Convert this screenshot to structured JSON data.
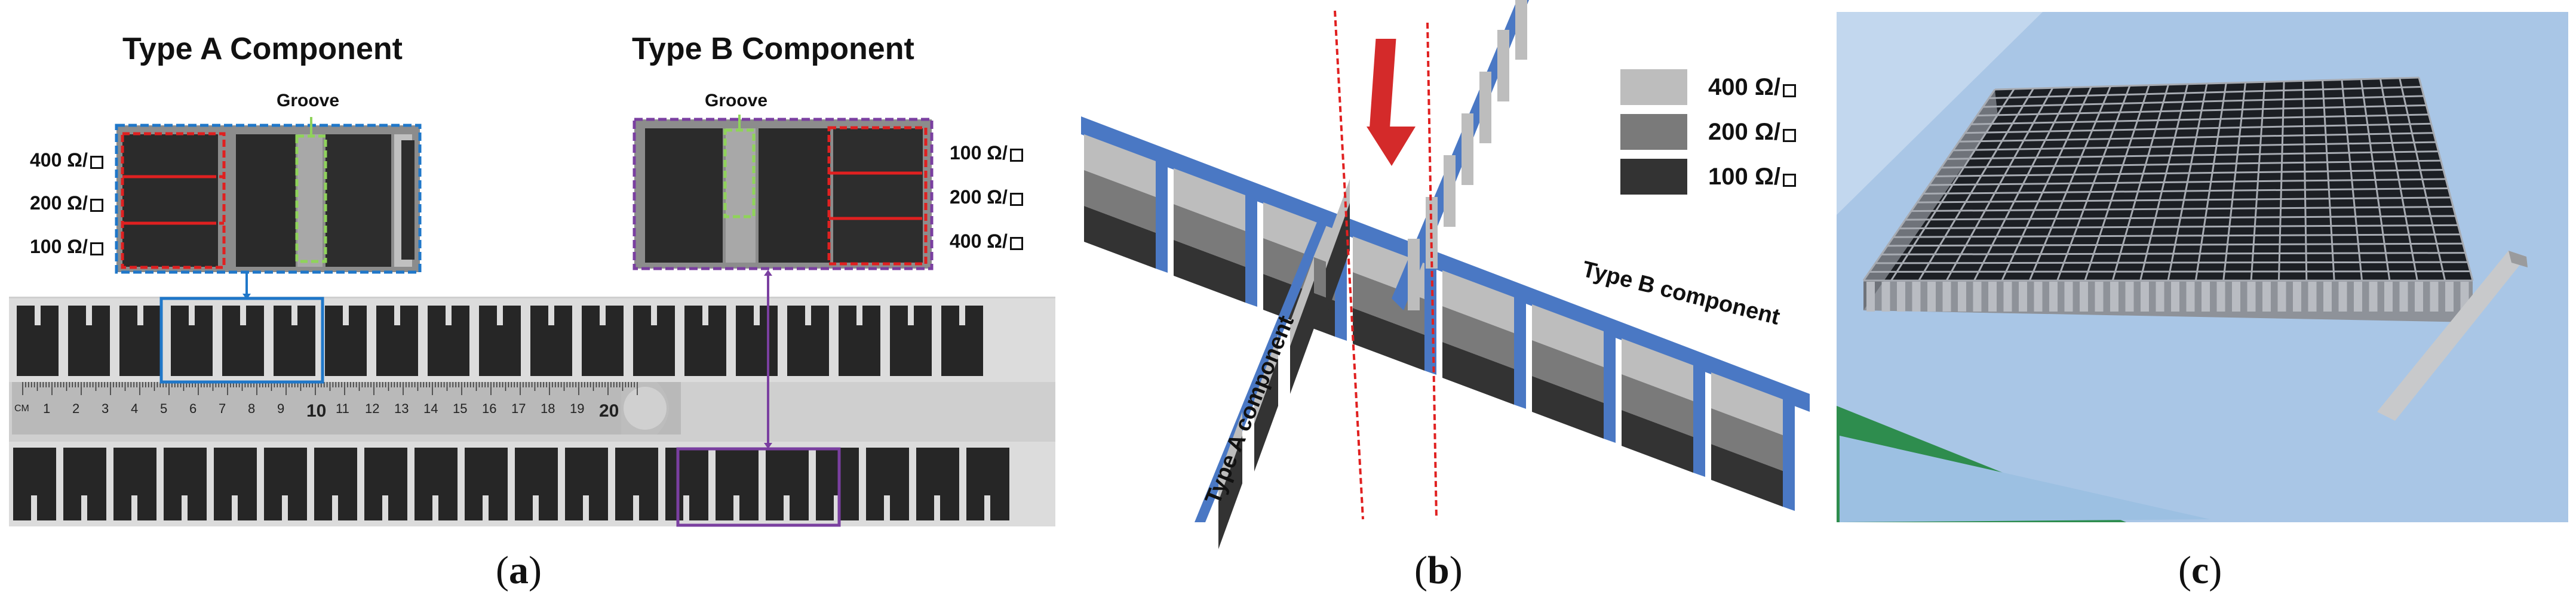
{
  "panel_a": {
    "title_a": "Type A Component",
    "title_b": "Type B Component",
    "groove_a": "Groove",
    "groove_b": "Groove",
    "left_labels": [
      "400 Ω/",
      "200 Ω/",
      "100 Ω/"
    ],
    "right_labels": [
      "100 Ω/",
      "200 Ω/",
      "400 Ω/"
    ],
    "ruler_numbers": [
      "1",
      "2",
      "3",
      "4",
      "5",
      "6",
      "7",
      "8",
      "9",
      "10",
      "11",
      "12",
      "13",
      "14",
      "15",
      "16",
      "17",
      "18",
      "19",
      "20"
    ],
    "ruler_unit": "CM",
    "caption_open": "(",
    "caption_letter": "a",
    "caption_close": ")"
  },
  "panel_b": {
    "legend": [
      "400 Ω/",
      "200 Ω/",
      "100 Ω/"
    ],
    "legend_colors": [
      "#bdbdbd",
      "#7a7a7a",
      "#333333"
    ],
    "type_a_label": "Type A component",
    "type_b_label": "Type B component",
    "caption_open": "(",
    "caption_letter": "b",
    "caption_close": ")"
  },
  "panel_c": {
    "caption_open": "(",
    "caption_letter": "c",
    "caption_close": ")"
  },
  "colors": {
    "blue_box": "#1f77c9",
    "purple_box": "#7a3fa0",
    "red_dash": "#e02020",
    "green_dash": "#8fd35a",
    "arrow_red": "#d42a2a",
    "component_blue": "#4a78c4"
  }
}
